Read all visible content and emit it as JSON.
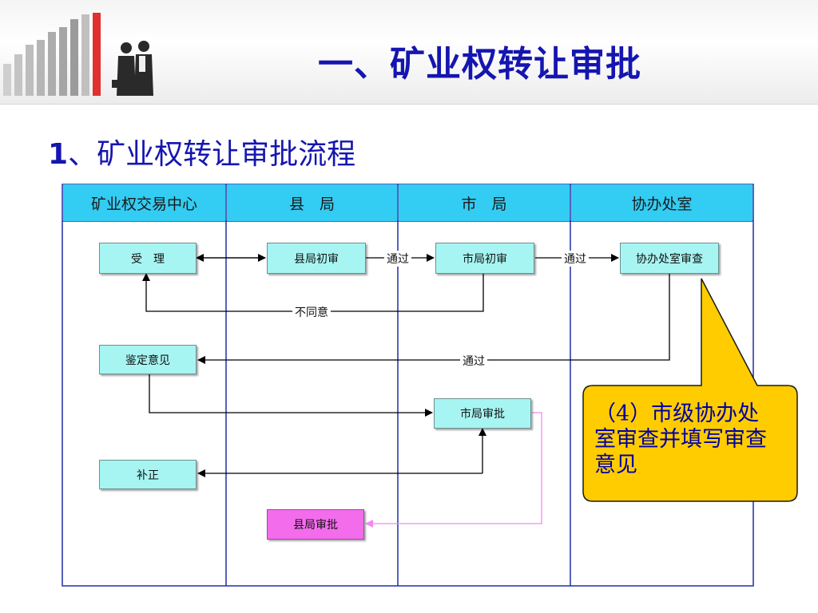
{
  "header": {
    "title": "一、矿业权转让审批"
  },
  "section": {
    "number": "1",
    "title": "、矿业权转让审批流程"
  },
  "lanes": [
    "矿业权交易中心",
    "县　局",
    "市　局",
    "协办处室"
  ],
  "nodes": {
    "accept": "受　理",
    "county_initial": "县局初审",
    "city_initial": "市局初审",
    "office_review": "协办处室审查",
    "appraisal": "鉴定意见",
    "city_approval": "市局审批",
    "supplement": "补正",
    "county_approval": "县局审批"
  },
  "edge_labels": {
    "pass1": "通过",
    "pass2": "通过",
    "disagree": "不同意",
    "pass3": "通过"
  },
  "callout": {
    "text": "（4）市级协办处室审查并填写审查意见"
  },
  "colors": {
    "title": "#1515b0",
    "lane_header": "#33ccf2",
    "node": "#a7f5f2",
    "node_highlight": "#f36cec",
    "callout": "#ffcc00"
  }
}
